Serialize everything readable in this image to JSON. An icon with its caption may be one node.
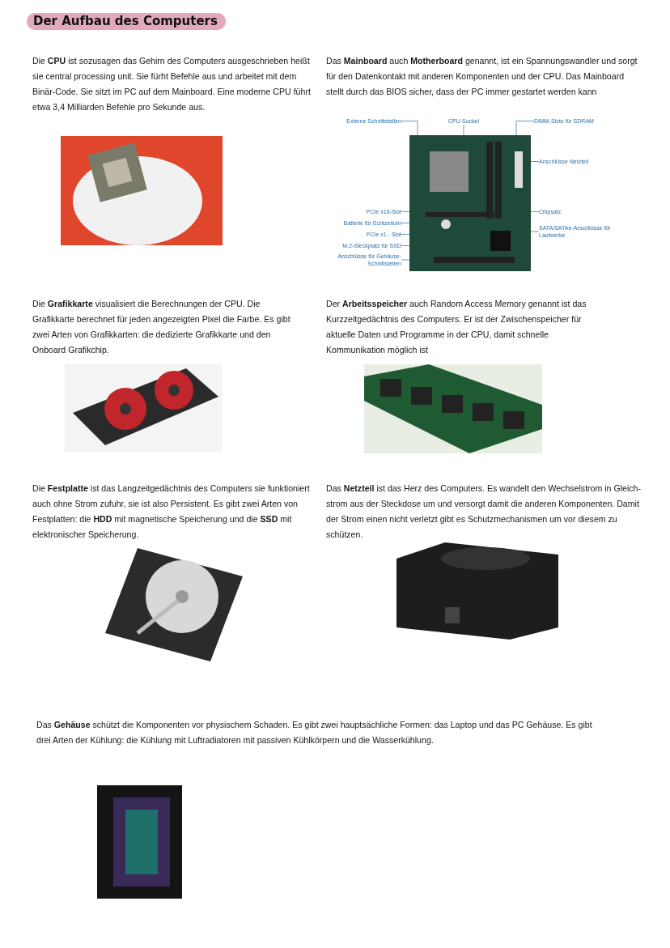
{
  "diagram": {
    "title": "Der Aufbau des Computers",
    "nodes": [
      {
        "text": [
          "Externe Schnittstellen"
        ]
      },
      {
        "text": [
          "CPU-Sockel"
        ]
      },
      {
        "text": [
          "DIMM-Slots für SDRAM"
        ]
      },
      {
        "text": [
          "Anschlüsse Netzteil"
        ]
      },
      {
        "text": [
          "PCIe x16-Slot"
        ]
      },
      {
        "text": [
          "Batterie für Echtzeituhr"
        ]
      },
      {
        "text": [
          "PCIe x1 - Slot"
        ]
      },
      {
        "text": [
          "M.2-Steckplatz für SSD"
        ]
      },
      {
        "text": [
          "Anschlüsse für Gehäuse-Schnittstellen"
        ]
      },
      {
        "text": [
          "Chipsatz"
        ]
      },
      {
        "text": [
          "SATA/SATAe-Anschlüsse für Laufwerke"
        ]
      },
      {
        "text": [],
        "shape": "picture"
      }
    ],
    "edges": [
      {
        "from": 0,
        "to": 11,
        "arrow": "none"
      },
      {
        "from": 1,
        "to": 11,
        "arrow": "none"
      },
      {
        "from": 2,
        "to": 11,
        "arrow": "none"
      },
      {
        "from": 3,
        "to": 11,
        "arrow": "none"
      },
      {
        "from": 4,
        "to": 11,
        "arrow": "none"
      },
      {
        "from": 5,
        "to": 11,
        "arrow": "none"
      },
      {
        "from": 6,
        "to": 11,
        "arrow": "none"
      },
      {
        "from": 7,
        "to": 11,
        "arrow": "none"
      },
      {
        "from": 8,
        "to": 11,
        "arrow": "none"
      },
      {
        "from": 9,
        "to": 11,
        "arrow": "none"
      },
      {
        "from": 10,
        "to": 11,
        "arrow": "none"
      }
    ],
    "labels": [
      "Die **CPU** ist sozusagen das Gehirn des Computers ausgeschrieben heißt sie central processing unit. Sie fürht Befehle aus und arbeitet mit dem Binär-Code. Sie sitzt im PC auf dem Mainboard. Eine moderne CPU führt etwa 3,4 Milliarden Befehle pro Sekunde aus.",
      "Das **Mainboard** auch **Motherboard** genannt, ist ein Spannungswandler und sorgt für den Datenkontakt mit anderen Komponenten und der CPU. Das Mainboard stellt durch das BIOS sicher, dass der PC immer gestartet werden kann",
      "Die **Grafikkarte** visualisiert die Berechnungen der CPU. Die Grafikkarte berechnet für jeden angezeigten Pixel die Farbe. Es gibt zwei Arten von Grafikkarten: die dedizierte Grafikkarte und den Onboard Grafikchip.",
      "Der **Arbeitsspeicher** auch Random Access Memory genannt ist das Kurzzeitgedächtnis des Computers. Er ist der Zwischenspeicher für aktuelle Daten und Programme in der CPU, damit schnelle Kommunikation möglich ist",
      "Die **Festplatte** ist das Langzeitgedächtnis des Computers sie funktioniert auch ohne Strom zufuhr, sie ist also Persistent. Es gibt zwei Arten von Festplatten: die **HDD** mit magnetische Speicherung und die **SSD** mit elektronischer Speicherung.",
      "Das **Netzteil** ist das Herz des Computers. Es wandelt den Wechselstrom in Gleich-strom aus der Steckdose um und versorgt damit die anderen Komponenten. Damit der Strom einen nicht verletzt gibt es Schutzmechanismen um vor diesem zu schützen.",
      "Das **Gehäuse** schützt die Komponenten vor physischem Schaden. Es gibt zwei hauptsächliche Formen: das Laptop und das PC Gehäuse. Es gibt drei Arten der Kühlung: die Kühlung mit Luftradiatoren mit passiven Kühlkörpern und die Wasserkühlung."
    ]
  }
}
